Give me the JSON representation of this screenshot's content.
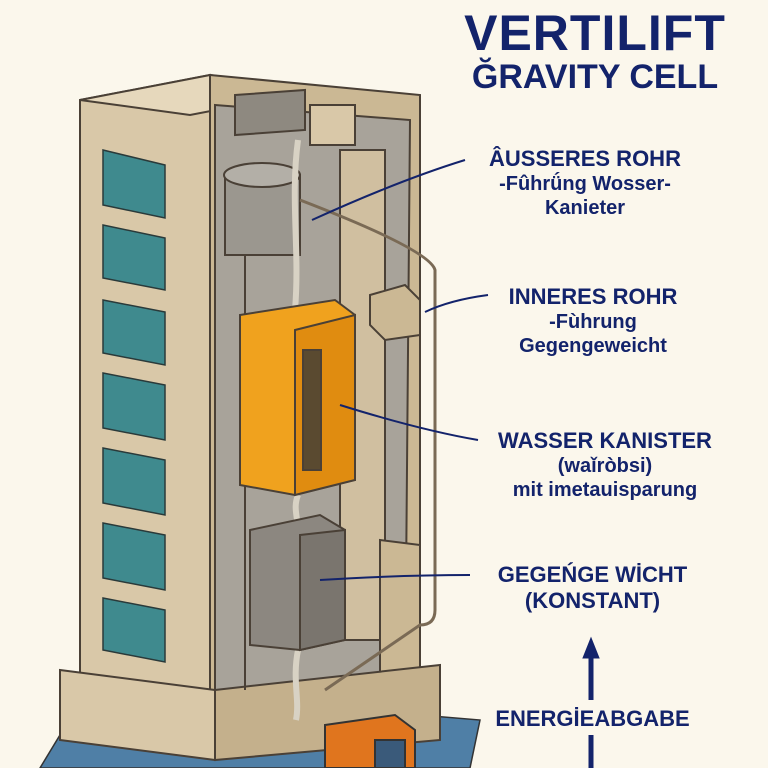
{
  "title": {
    "line1": "VERTILIFT",
    "line2": "ĞRAVITY CELL"
  },
  "labels": [
    {
      "heading": "ÂUSSERES ROHR",
      "lines": [
        "-Fûhrǘng Wosser-",
        "Kanieter"
      ]
    },
    {
      "heading": "INNERES ROHR",
      "lines": [
        "-Fùhrung",
        "Gegengeweicht"
      ]
    },
    {
      "heading": "WASSER KANISTER",
      "lines": [
        "(waǐròbsi)",
        "mit imetauisparung"
      ]
    },
    {
      "heading": "GEGEŃGE WİCHT",
      "lines": [
        "(KONSTANT)"
      ]
    },
    {
      "heading": "ENERGİEABGABE",
      "lines": []
    }
  ],
  "colors": {
    "ink": "#13236b",
    "building": "#d9c8a8",
    "canister": "#f0a21e",
    "weight": "#8c8780",
    "window": "#3f8a8e",
    "background": "#fbf7ec"
  }
}
